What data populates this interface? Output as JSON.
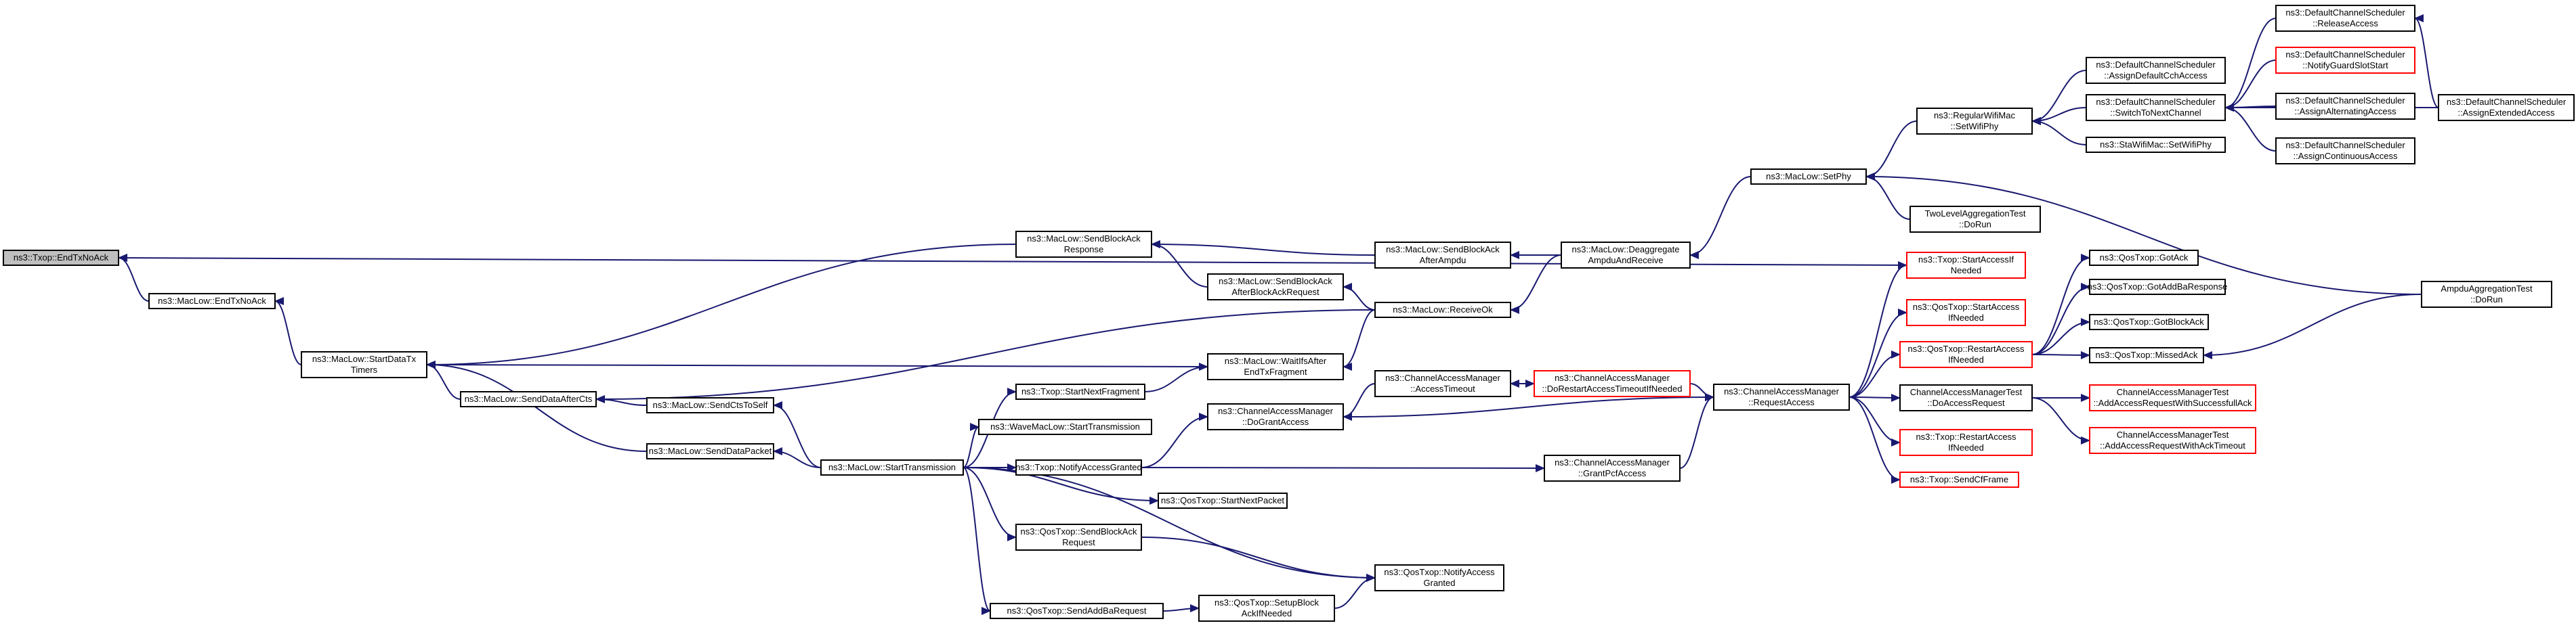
{
  "graph": {
    "edge_color": "#191970",
    "nodes": [
      {
        "id": "root",
        "lines": [
          "ns3::Txop::EndTxNoAck"
        ],
        "style": "root"
      },
      {
        "id": "maclow_endtxnoack",
        "lines": [
          "ns3::MacLow::EndTxNoAck"
        ],
        "style": "black"
      },
      {
        "id": "startdatatx",
        "lines": [
          "ns3::MacLow::StartDataTx",
          "Timers"
        ],
        "style": "black"
      },
      {
        "id": "senddataafterctx",
        "lines": [
          "ns3::MacLow::SendDataAfterCts"
        ],
        "style": "black"
      },
      {
        "id": "sendctstoself",
        "lines": [
          "ns3::MacLow::SendCtsToSelf"
        ],
        "style": "black"
      },
      {
        "id": "senddatapacket",
        "lines": [
          "ns3::MacLow::SendDataPacket"
        ],
        "style": "black"
      },
      {
        "id": "starttransmission",
        "lines": [
          "ns3::MacLow::StartTransmission"
        ],
        "style": "black"
      },
      {
        "id": "sendblockackresponse",
        "lines": [
          "ns3::MacLow::SendBlockAck",
          "Response"
        ],
        "style": "black"
      },
      {
        "id": "sendblockackafterampdu",
        "lines": [
          "ns3::MacLow::SendBlockAck",
          "AfterAmpdu"
        ],
        "style": "black"
      },
      {
        "id": "sendblockackafterbar",
        "lines": [
          "ns3::MacLow::SendBlockAck",
          "AfterBlockAckRequest"
        ],
        "style": "black"
      },
      {
        "id": "deaggregate",
        "lines": [
          "ns3::MacLow::Deaggregate",
          "AmpduAndReceive"
        ],
        "style": "black"
      },
      {
        "id": "receiveok",
        "lines": [
          "ns3::MacLow::ReceiveOk"
        ],
        "style": "black"
      },
      {
        "id": "waitififs",
        "lines": [
          "ns3::MacLow::WaitIfsAfter",
          "EndTxFragment"
        ],
        "style": "black"
      },
      {
        "id": "setphy",
        "lines": [
          "ns3::MacLow::SetPhy"
        ],
        "style": "black"
      },
      {
        "id": "regularwifimac",
        "lines": [
          "ns3::RegularWifiMac",
          "::SetWifiPhy"
        ],
        "style": "black"
      },
      {
        "id": "stawifimac",
        "lines": [
          "ns3::StaWifiMac::SetWifiPhy"
        ],
        "style": "black"
      },
      {
        "id": "twolevel",
        "lines": [
          "TwoLevelAggregationTest",
          "::DoRun"
        ],
        "style": "black"
      },
      {
        "id": "ampduagg",
        "lines": [
          "AmpduAggregationTest",
          "::DoRun"
        ],
        "style": "black"
      },
      {
        "id": "assigndefaultcch",
        "lines": [
          "ns3::DefaultChannelScheduler",
          "::AssignDefaultCchAccess"
        ],
        "style": "black"
      },
      {
        "id": "switchtonext",
        "lines": [
          "ns3::DefaultChannelScheduler",
          "::SwitchToNextChannel"
        ],
        "style": "black"
      },
      {
        "id": "releaseaccess",
        "lines": [
          "ns3::DefaultChannelScheduler",
          "::ReleaseAccess"
        ],
        "style": "black"
      },
      {
        "id": "notifyguardslot",
        "lines": [
          "ns3::DefaultChannelScheduler",
          "::NotifyGuardSlotStart"
        ],
        "style": "red"
      },
      {
        "id": "assignalternating",
        "lines": [
          "ns3::DefaultChannelScheduler",
          "::AssignAlternatingAccess"
        ],
        "style": "black"
      },
      {
        "id": "assigncontinuous",
        "lines": [
          "ns3::DefaultChannelScheduler",
          "::AssignContinuousAccess"
        ],
        "style": "black"
      },
      {
        "id": "assignextended",
        "lines": [
          "ns3::DefaultChannelScheduler",
          "::AssignExtendedAccess"
        ],
        "style": "black"
      },
      {
        "id": "txop_startaccessifneeded",
        "lines": [
          "ns3::Txop::StartAccessIf",
          "Needed"
        ],
        "style": "red"
      },
      {
        "id": "qostxop_startaccessifneeded",
        "lines": [
          "ns3::QosTxop::StartAccess",
          "IfNeeded"
        ],
        "style": "red"
      },
      {
        "id": "qostxop_restartaccessifneeded",
        "lines": [
          "ns3::QosTxop::RestartAccess",
          "IfNeeded"
        ],
        "style": "red"
      },
      {
        "id": "qostxop_gotack",
        "lines": [
          "ns3::QosTxop::GotAck"
        ],
        "style": "black"
      },
      {
        "id": "qostxop_gotaddba",
        "lines": [
          "ns3::QosTxop::GotAddBaResponse"
        ],
        "style": "black"
      },
      {
        "id": "qostxop_gotblockack",
        "lines": [
          "ns3::QosTxop::GotBlockAck"
        ],
        "style": "black"
      },
      {
        "id": "qostxop_missedack",
        "lines": [
          "ns3::QosTxop::MissedAck"
        ],
        "style": "black"
      },
      {
        "id": "cam_requestaccess",
        "lines": [
          "ns3::ChannelAccessManager",
          "::RequestAccess"
        ],
        "style": "black"
      },
      {
        "id": "camtest_dorequest",
        "lines": [
          "ChannelAccessManagerTest",
          "::DoAccessRequest"
        ],
        "style": "black"
      },
      {
        "id": "camtest_successfulack",
        "lines": [
          "ChannelAccessManagerTest",
          "::AddAccessRequestWithSuccessfullAck"
        ],
        "style": "red"
      },
      {
        "id": "camtest_acktimeout",
        "lines": [
          "ChannelAccessManagerTest",
          "::AddAccessRequestWithAckTimeout"
        ],
        "style": "red"
      },
      {
        "id": "txop_restartaccessifneeded",
        "lines": [
          "ns3::Txop::RestartAccess",
          "IfNeeded"
        ],
        "style": "red"
      },
      {
        "id": "txop_sendcfframe",
        "lines": [
          "ns3::Txop::SendCfFrame"
        ],
        "style": "red"
      },
      {
        "id": "cam_accesstimeout",
        "lines": [
          "ns3::ChannelAccessManager",
          "::AccessTimeout"
        ],
        "style": "black"
      },
      {
        "id": "cam_dorestart",
        "lines": [
          "ns3::ChannelAccessManager",
          "::DoRestartAccessTimeoutIfNeeded"
        ],
        "style": "red"
      },
      {
        "id": "cam_dogrant",
        "lines": [
          "ns3::ChannelAccessManager",
          "::DoGrantAccess"
        ],
        "style": "black"
      },
      {
        "id": "cam_grantpcf",
        "lines": [
          "ns3::ChannelAccessManager",
          "::GrantPcfAccess"
        ],
        "style": "black"
      },
      {
        "id": "txop_startnextfragment",
        "lines": [
          "ns3::Txop::StartNextFragment"
        ],
        "style": "black"
      },
      {
        "id": "wavemaclow",
        "lines": [
          "ns3::WaveMacLow::StartTransmission"
        ],
        "style": "black"
      },
      {
        "id": "txop_notifyaccessgranted",
        "lines": [
          "ns3::Txop::NotifyAccessGranted"
        ],
        "style": "black"
      },
      {
        "id": "qostxop_startnextpacket",
        "lines": [
          "ns3::QosTxop::StartNextPacket"
        ],
        "style": "black"
      },
      {
        "id": "qostxop_sendblockackrequest",
        "lines": [
          "ns3::QosTxop::SendBlockAck",
          "Request"
        ],
        "style": "black"
      },
      {
        "id": "qostxop_notifyaccessgranted",
        "lines": [
          "ns3::QosTxop::NotifyAccess",
          "Granted"
        ],
        "style": "black"
      },
      {
        "id": "qostxop_sendaddba",
        "lines": [
          "ns3::QosTxop::SendAddBaRequest"
        ],
        "style": "black"
      },
      {
        "id": "qostxop_setupblockack",
        "lines": [
          "ns3::QosTxop::SetupBlock",
          "AckIfNeeded"
        ],
        "style": "black"
      }
    ],
    "edges": [
      [
        "maclow_endtxnoack",
        "root"
      ],
      [
        "txop_startaccessifneeded",
        "root"
      ],
      [
        "startdatatx",
        "maclow_endtxnoack"
      ],
      [
        "sendblockackresponse",
        "startdatatx"
      ],
      [
        "senddataafterctx",
        "startdatatx"
      ],
      [
        "waitififs",
        "startdatatx"
      ],
      [
        "senddatapacket",
        "startdatatx"
      ],
      [
        "receiveok",
        "senddataafterctx"
      ],
      [
        "sendctstoself",
        "senddataafterctx"
      ],
      [
        "starttransmission",
        "sendctstoself"
      ],
      [
        "starttransmission",
        "senddatapacket"
      ],
      [
        "sendblockackafterampdu",
        "sendblockackresponse"
      ],
      [
        "sendblockackafterbar",
        "sendblockackresponse"
      ],
      [
        "deaggregate",
        "sendblockackafterampdu"
      ],
      [
        "receiveok",
        "sendblockackafterbar"
      ],
      [
        "deaggregate",
        "receiveok"
      ],
      [
        "receiveok",
        "waitififs"
      ],
      [
        "txop_startnextfragment",
        "waitififs"
      ],
      [
        "setphy",
        "deaggregate"
      ],
      [
        "regularwifimac",
        "setphy"
      ],
      [
        "twolevel",
        "setphy"
      ],
      [
        "ampduagg",
        "setphy"
      ],
      [
        "assigndefaultcch",
        "regularwifimac"
      ],
      [
        "switchtonext",
        "regularwifimac"
      ],
      [
        "stawifimac",
        "regularwifimac"
      ],
      [
        "releaseaccess",
        "switchtonext"
      ],
      [
        "notifyguardslot",
        "switchtonext"
      ],
      [
        "assignalternating",
        "switchtonext"
      ],
      [
        "assigncontinuous",
        "switchtonext"
      ],
      [
        "assignextended",
        "switchtonext"
      ],
      [
        "assignextended",
        "releaseaccess"
      ],
      [
        "cam_requestaccess",
        "txop_startaccessifneeded"
      ],
      [
        "cam_requestaccess",
        "qostxop_startaccessifneeded"
      ],
      [
        "cam_requestaccess",
        "qostxop_restartaccessifneeded"
      ],
      [
        "qostxop_restartaccessifneeded",
        "qostxop_gotack"
      ],
      [
        "qostxop_restartaccessifneeded",
        "qostxop_gotaddba"
      ],
      [
        "qostxop_restartaccessifneeded",
        "qostxop_gotblockack"
      ],
      [
        "qostxop_restartaccessifneeded",
        "qostxop_missedack"
      ],
      [
        "ampduagg",
        "qostxop_missedack"
      ],
      [
        "cam_requestaccess",
        "camtest_dorequest"
      ],
      [
        "camtest_dorequest",
        "camtest_successfulack"
      ],
      [
        "camtest_dorequest",
        "camtest_acktimeout"
      ],
      [
        "cam_requestaccess",
        "txop_restartaccessifneeded"
      ],
      [
        "cam_requestaccess",
        "txop_sendcfframe"
      ],
      [
        "cam_dorestart",
        "cam_requestaccess"
      ],
      [
        "cam_dogrant",
        "cam_requestaccess"
      ],
      [
        "cam_grantpcf",
        "cam_requestaccess"
      ],
      [
        "cam_accesstimeout",
        "cam_dorestart"
      ],
      [
        "cam_dorestart",
        "cam_accesstimeout"
      ],
      [
        "cam_accesstimeout",
        "cam_dogrant"
      ],
      [
        "txop_notifyaccessgranted",
        "cam_dogrant"
      ],
      [
        "txop_notifyaccessgranted",
        "cam_grantpcf"
      ],
      [
        "starttransmission",
        "txop_startnextfragment"
      ],
      [
        "starttransmission",
        "wavemaclow"
      ],
      [
        "starttransmission",
        "txop_notifyaccessgranted"
      ],
      [
        "starttransmission",
        "qostxop_startnextpacket"
      ],
      [
        "starttransmission",
        "qostxop_sendblockackrequest"
      ],
      [
        "starttransmission",
        "qostxop_notifyaccessgranted"
      ],
      [
        "starttransmission",
        "qostxop_sendaddba"
      ],
      [
        "qostxop_sendblockackrequest",
        "qostxop_notifyaccessgranted"
      ],
      [
        "qostxop_sendaddba",
        "qostxop_setupblockack"
      ],
      [
        "qostxop_setupblockack",
        "qostxop_notifyaccessgranted"
      ]
    ]
  }
}
